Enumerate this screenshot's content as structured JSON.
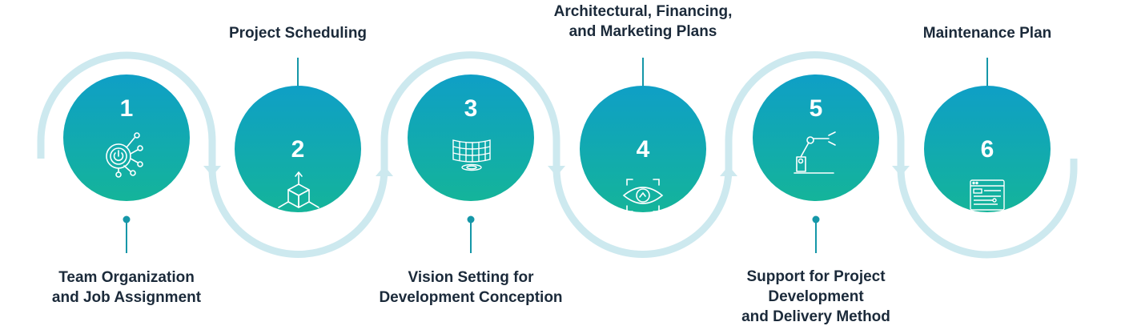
{
  "steps": [
    {
      "number": "1",
      "label_lines": [
        "Team Organization",
        "and Job Assignment"
      ],
      "icon": "network-power-icon"
    },
    {
      "number": "2",
      "label_lines": [
        "Project Scheduling"
      ],
      "icon": "cube-axes-icon"
    },
    {
      "number": "3",
      "label_lines": [
        "Vision Setting for",
        "Development Conception"
      ],
      "icon": "curved-grid-icon"
    },
    {
      "number": "4",
      "label_lines": [
        "Architectural, Financing,",
        "and Marketing Plans"
      ],
      "icon": "eye-scan-icon"
    },
    {
      "number": "5",
      "label_lines": [
        "Support for Project",
        "Development",
        "and Delivery Method"
      ],
      "icon": "robotic-arm-icon"
    },
    {
      "number": "6",
      "label_lines": [
        "Maintenance Plan"
      ],
      "icon": "web-dashboard-icon"
    }
  ],
  "colors": {
    "track": "#cde9ef",
    "gradient_top": "#0f9fc6",
    "gradient_bottom": "#14b49a",
    "connector": "#1597a8",
    "text": "#1b2a3a"
  }
}
